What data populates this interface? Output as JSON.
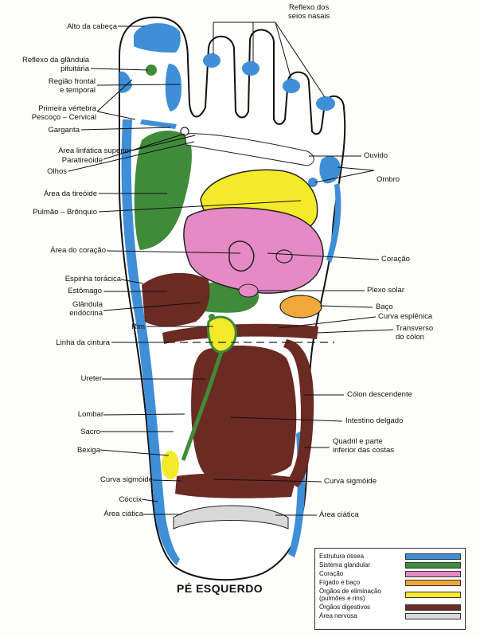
{
  "diagram": {
    "title": "PÉ ESQUERDO",
    "left_labels": [
      {
        "id": "alto-cabeca",
        "text": "Alto da cabeça"
      },
      {
        "id": "glandula-pituitaria",
        "text": "Reflexo da glândula\npituitária"
      },
      {
        "id": "regiao-frontal",
        "text": "Região frontal\ne temporal"
      },
      {
        "id": "primeira-vertebra",
        "text": "Primeira vértebra\nPescoço – Cervical"
      },
      {
        "id": "garganta",
        "text": "Garganta"
      },
      {
        "id": "area-linfatica",
        "text": "Área linfática superior"
      },
      {
        "id": "paratireoide",
        "text": "Paratireóide"
      },
      {
        "id": "olhos",
        "text": "Olhos"
      },
      {
        "id": "area-tireoide",
        "text": "Área da tireóide"
      },
      {
        "id": "pulmao-bronquio",
        "text": "Pulmão – Brônquio"
      },
      {
        "id": "area-coracao",
        "text": "Área do coração"
      },
      {
        "id": "espinha-toracica",
        "text": "Espinha torácica"
      },
      {
        "id": "estomago",
        "text": "Estômago"
      },
      {
        "id": "glandula-endocrina",
        "text": "Glândula\nendócrina"
      },
      {
        "id": "rim",
        "text": "Rim"
      },
      {
        "id": "linha-cintura",
        "text": "Linha da cintura"
      },
      {
        "id": "ureter",
        "text": "Ureter"
      },
      {
        "id": "lombar",
        "text": "Lombar"
      },
      {
        "id": "sacro",
        "text": "Sacro"
      },
      {
        "id": "bexiga",
        "text": "Bexiga"
      },
      {
        "id": "curva-sigmoide-left",
        "text": "Curva sigmóide"
      },
      {
        "id": "coccix",
        "text": "Cóccix"
      },
      {
        "id": "area-ciatica-left",
        "text": "Área ciática"
      }
    ],
    "right_labels": [
      {
        "id": "seios-nasais",
        "text": "Reflexo dos\nseios nasais"
      },
      {
        "id": "ouvido",
        "text": "Ouvido"
      },
      {
        "id": "ombro",
        "text": "Ombro"
      },
      {
        "id": "coracao",
        "text": "Coração"
      },
      {
        "id": "plexo-solar",
        "text": "Plexo solar"
      },
      {
        "id": "baco",
        "text": "Baço"
      },
      {
        "id": "curva-esplenica",
        "text": "Curva esplênica"
      },
      {
        "id": "transverso-colon",
        "text": "Transverso\ndo cólon"
      },
      {
        "id": "colon-descendente",
        "text": "Cólon descendente"
      },
      {
        "id": "intestino-delgado",
        "text": "Intestino delgado"
      },
      {
        "id": "quadril",
        "text": "Quadril e parte\ninferior das costas"
      },
      {
        "id": "curva-sigmoide-right",
        "text": "Curva sigmóide"
      },
      {
        "id": "area-ciatica-right",
        "text": "Área ciática"
      }
    ]
  },
  "legend": [
    {
      "label": "Estrutura óssea",
      "color": "#3f8fd8"
    },
    {
      "label": "Sistema glandular",
      "color": "#3f8b3a"
    },
    {
      "label": "Coração",
      "color": "#e58ac5"
    },
    {
      "label": "Fígado e baço",
      "color": "#f0a83a"
    },
    {
      "label": "Órgãos de eliminação\n(pulmões e rins)",
      "color": "#f4ea2a"
    },
    {
      "label": "Órgãos digestivos",
      "color": "#6b2a22"
    },
    {
      "label": "Área nervosa",
      "color": "#d8d8d8"
    }
  ],
  "colors": {
    "bone": "#3f8fd8",
    "gland": "#3f8b3a",
    "heart": "#e58ac5",
    "liver": "#f0a83a",
    "elimination": "#f4ea2a",
    "digestive": "#6b2a22",
    "nerve": "#d8d8d8"
  }
}
